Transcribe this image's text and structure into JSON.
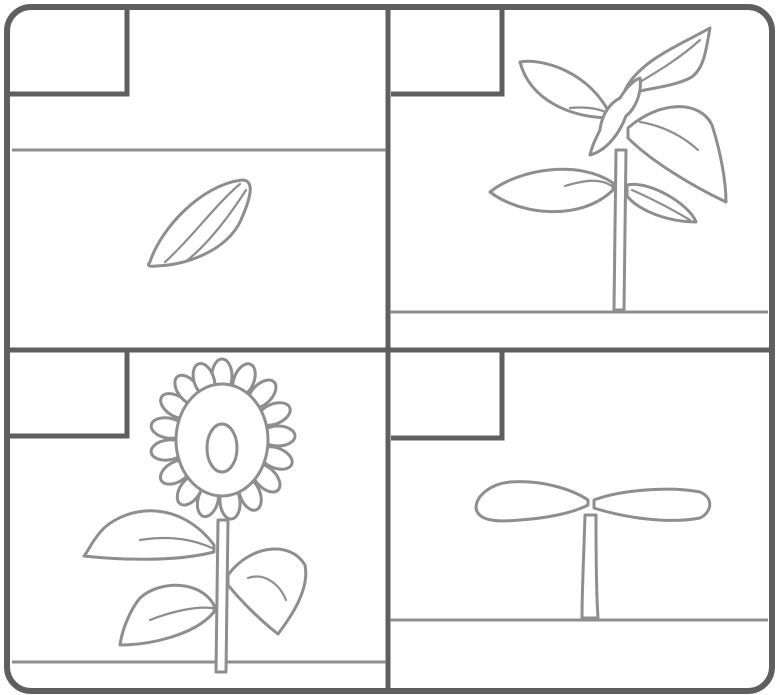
{
  "worksheet": {
    "panels": [
      {
        "id": "seed",
        "label_box": ""
      },
      {
        "id": "young-plant",
        "label_box": ""
      },
      {
        "id": "flowering-sunflower",
        "label_box": ""
      },
      {
        "id": "sprout",
        "label_box": ""
      }
    ],
    "colors": {
      "frame": "#5f5f5f",
      "drawing": "#8e8e8e",
      "background": "#ffffff"
    }
  }
}
